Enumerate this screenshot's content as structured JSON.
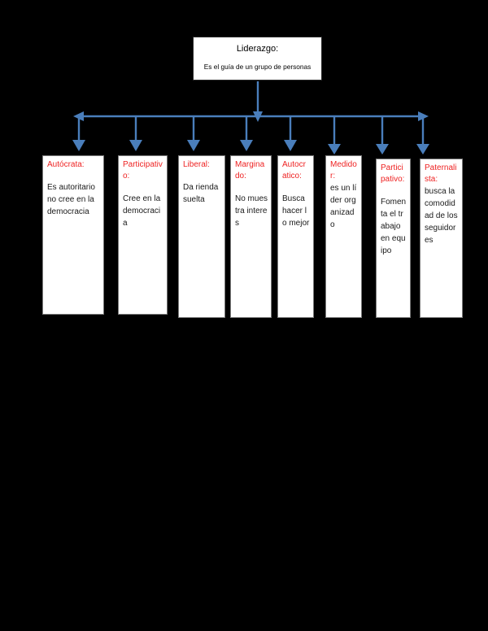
{
  "diagram": {
    "title": "Liderazgo mind map",
    "background_color": "#000000",
    "connector_color": "#4a7ebb",
    "node_title_color": "#ee2222",
    "node_body_color": "#1a1a1a",
    "node_fill_color": "#ffffff",
    "root": {
      "title": "Liderazgo:",
      "subtitle": "Es el guía de un grupo de personas"
    },
    "children": [
      {
        "title": "Autócrata:",
        "body": "Es autoritario no cree en la democracia",
        "gap": true
      },
      {
        "title": "Participativo:",
        "body": "Cree en la democracia",
        "gap": true
      },
      {
        "title": "Liberal:",
        "body": "Da rienda suelta",
        "gap": true
      },
      {
        "title": "Marginado:",
        "body": "No muestra interes",
        "gap": true
      },
      {
        "title": "Autocratico:",
        "body": "Busca hacer lo mejor",
        "gap": true
      },
      {
        "title": "Medidor:",
        "body": "es un líder organizado",
        "gap": false
      },
      {
        "title": "Participativo:",
        "body": "Fomenta el trabajo en equipo",
        "gap": true
      },
      {
        "title": "Paternalista:",
        "body": "busca la comodidad de los seguidores",
        "gap": false
      }
    ]
  }
}
